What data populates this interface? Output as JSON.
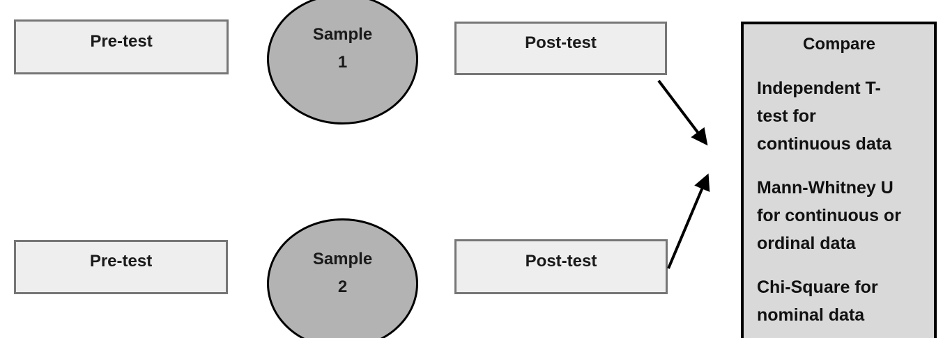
{
  "diagram": {
    "description": "Two-sample pre-test / post-test comparison flow diagram",
    "colors": {
      "rect_fill": "#eeeeee",
      "rect_border": "#767676",
      "ellipse_fill": "#b3b3b3",
      "ellipse_border": "#000000",
      "compare_fill": "#d9d9d9",
      "compare_border": "#000000",
      "arrow": "#000000",
      "text": "#1a1a1a"
    },
    "nodes": {
      "pretest1": {
        "label": "Pre-test"
      },
      "sample1": {
        "label": "Sample\n1"
      },
      "posttest1": {
        "label": "Post-test"
      },
      "pretest2": {
        "label": "Pre-test"
      },
      "sample2": {
        "label": "Sample\n2"
      },
      "posttest2": {
        "label": "Post-test"
      }
    },
    "compare": {
      "title": "Compare",
      "items": [
        "Independent T-\ntest for\ncontinuous data",
        "Mann-Whitney U\nfor continuous or\nordinal data",
        "Chi-Square for\nnominal data"
      ]
    },
    "arrows": [
      {
        "name": "posttest1-to-compare",
        "direction": "down-right"
      },
      {
        "name": "posttest2-to-compare",
        "direction": "up-right"
      }
    ]
  }
}
